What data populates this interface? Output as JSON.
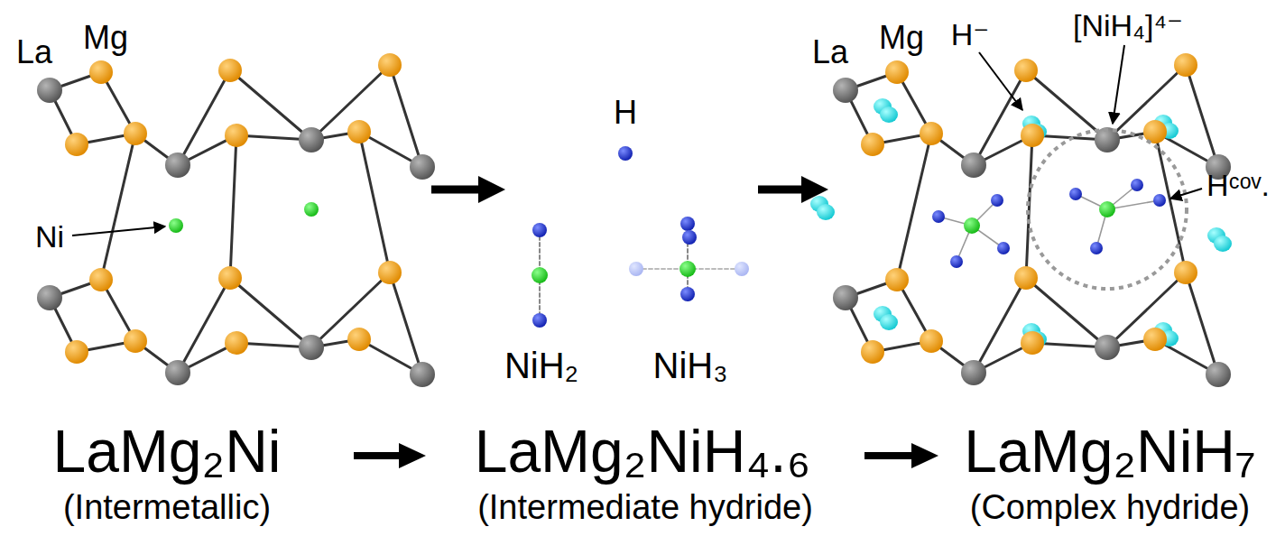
{
  "diagram": {
    "labels": [
      "La",
      "Mg",
      "Ni",
      "H",
      "NiH₂",
      "NiH₃",
      "La",
      "Mg",
      "H⁻",
      "[NiH₄]⁴⁻",
      "Hᶜᵒᵛ.",
      "LaMg₂Ni",
      "(Intermetallic)",
      "LaMg₂NiH₄.₆",
      "(Intermediate hydride)",
      "LaMg₂NiH₇",
      "(Complex hydride)"
    ]
  }
}
